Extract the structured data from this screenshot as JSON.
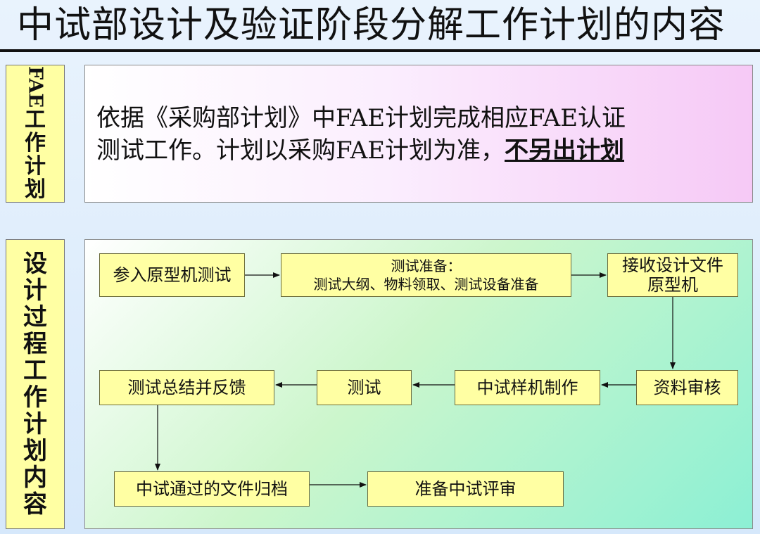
{
  "title": "中试部设计及验证阶段分解工作计划的内容",
  "section1": {
    "label_latin": "FAE",
    "label_chars": [
      "工",
      "作",
      "计",
      "划"
    ],
    "text_line1": "依据《采购部计划》中FAE计划完成相应FAE认证",
    "text_line2_plain": "测试工作。计划以采购FAE计划为准，",
    "text_line2_emphasis": "不另出计划"
  },
  "section2": {
    "label_chars": [
      "设",
      "计",
      "过",
      "程",
      "工",
      "作",
      "计",
      "划",
      "内",
      "容"
    ]
  },
  "flow": {
    "steps": [
      {
        "id": "s1",
        "lines": [
          "参入原型机测试"
        ]
      },
      {
        "id": "s2",
        "lines": [
          "测试准备：",
          "测试大纲、物料领取、测试设备准备"
        ]
      },
      {
        "id": "s3",
        "lines": [
          "接收设计文件",
          "原型机"
        ]
      },
      {
        "id": "s4",
        "lines": [
          "资料审核"
        ]
      },
      {
        "id": "s5",
        "lines": [
          "中试样机制作"
        ]
      },
      {
        "id": "s6",
        "lines": [
          "测试"
        ]
      },
      {
        "id": "s7",
        "lines": [
          "测试总结并反馈"
        ]
      },
      {
        "id": "s8",
        "lines": [
          "中试通过的文件归档"
        ]
      },
      {
        "id": "s9",
        "lines": [
          "准备中试评审"
        ]
      }
    ],
    "edges": [
      [
        "s1",
        "s2"
      ],
      [
        "s2",
        "s3"
      ],
      [
        "s3",
        "s4"
      ],
      [
        "s4",
        "s5"
      ],
      [
        "s5",
        "s6"
      ],
      [
        "s6",
        "s7"
      ],
      [
        "s7",
        "s8"
      ],
      [
        "s8",
        "s9"
      ]
    ]
  }
}
